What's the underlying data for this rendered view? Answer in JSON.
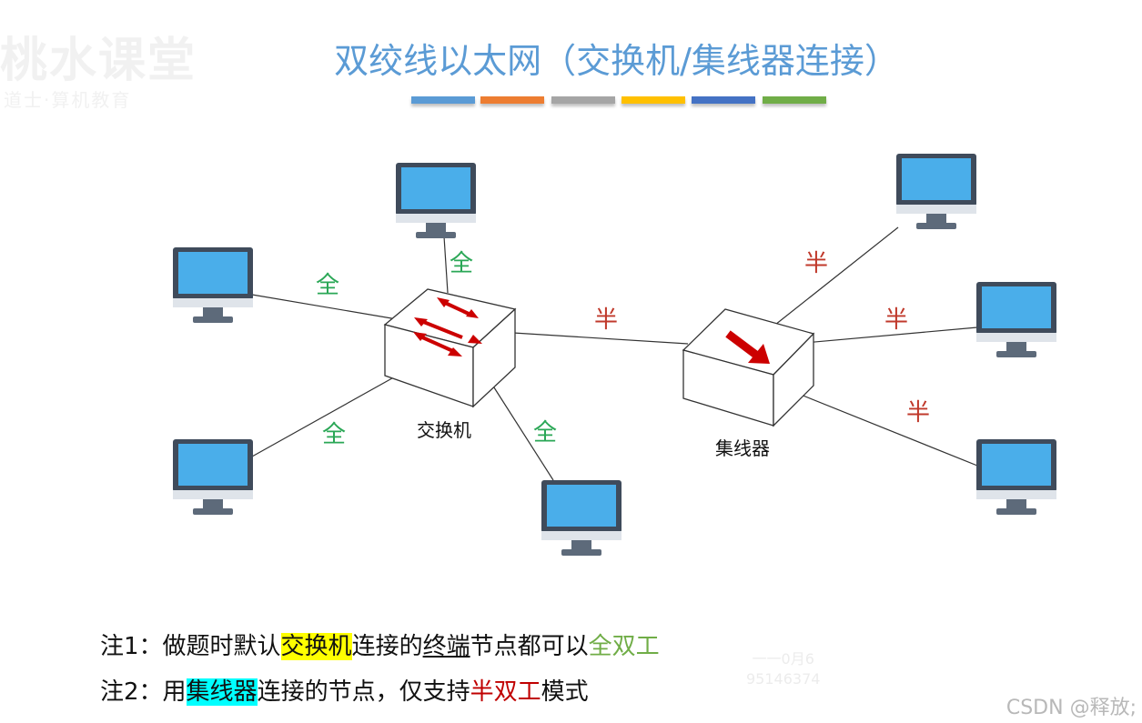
{
  "watermark": {
    "logo": "桃水课堂",
    "sub": "道士·算机教育"
  },
  "title": "双绞线以太网（交换机/集线器连接）",
  "colors": {
    "title": "#5b9bd5",
    "full_label": "#2aa756",
    "half_label": "#c0392b",
    "bars": [
      "#5b9bd5",
      "#ed7d31",
      "#a5a5a5",
      "#ffc000",
      "#4472c4",
      "#70ad47"
    ]
  },
  "diagram": {
    "switch_label": "交换机",
    "hub_label": "集线器",
    "full": "全",
    "half": "半"
  },
  "notes": {
    "note1": {
      "prefix": "注1：做题时默认",
      "highlight": "交换机",
      "mid": "连接的",
      "underlined": "终端",
      "after": "节点都可以",
      "colored": "全双工"
    },
    "note2": {
      "prefix": "注2：用",
      "highlight": "集线器",
      "mid": "连接的节点，仅支持",
      "colored": "半双工",
      "after": "模式"
    }
  },
  "faint_id": {
    "line1": "一一0月6",
    "line2": "95146374"
  },
  "csdn": "CSDN @释放;"
}
